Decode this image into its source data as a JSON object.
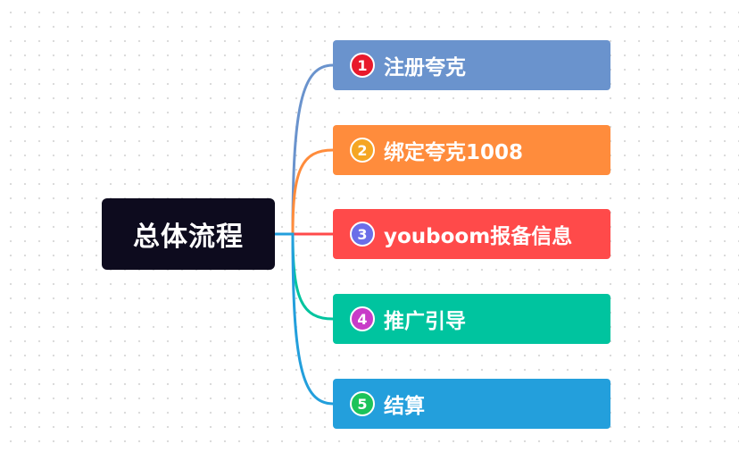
{
  "root": {
    "label": "总体流程",
    "color": "#0d0b1e"
  },
  "branches": [
    {
      "number": "1",
      "label": "注册夸克",
      "color": "#6a93cd",
      "badge_color": "#e8192c",
      "line_color": "#6a93cd"
    },
    {
      "number": "2",
      "label": "绑定夸克1008",
      "color": "#ff8c3c",
      "badge_color": "#f5a623",
      "line_color": "#ff8c3c"
    },
    {
      "number": "3",
      "label": "youboom报备信息",
      "color": "#ff4a4a",
      "badge_color": "#6b6ee8",
      "line_color": "#ff4a4a"
    },
    {
      "number": "4",
      "label": "推广引导",
      "color": "#00c49f",
      "badge_color": "#c83cc8",
      "line_color": "#00c49f"
    },
    {
      "number": "5",
      "label": "结算",
      "color": "#239fdc",
      "badge_color": "#1cc35a",
      "line_color": "#239fdc"
    }
  ]
}
